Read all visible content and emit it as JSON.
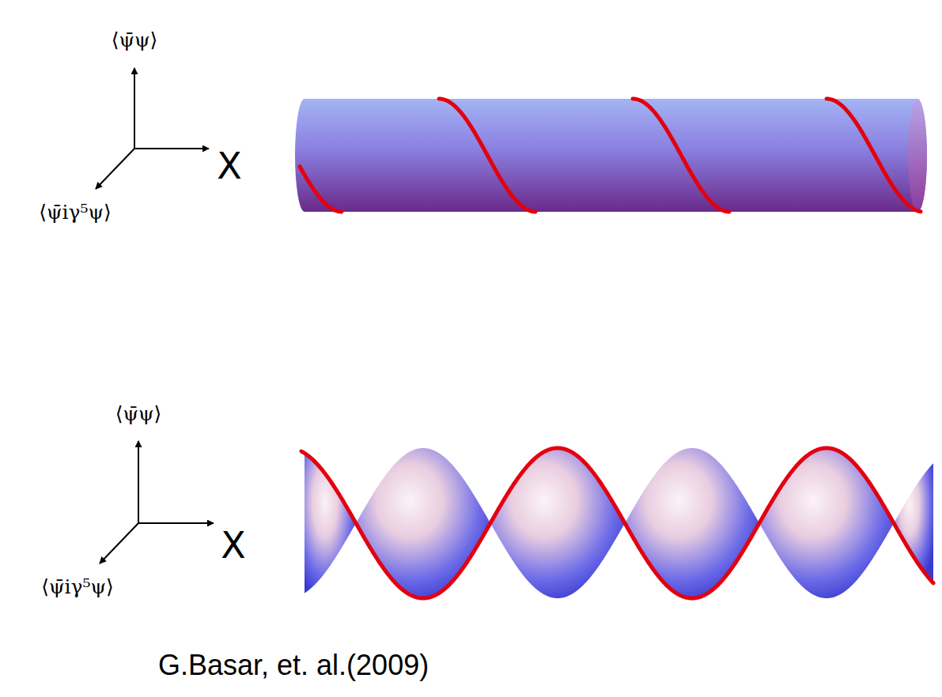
{
  "diagram": {
    "caption": "G.Basar, et. al.(2009)",
    "labels": [
      "⟨ψ̄ψ⟩",
      "X",
      "⟨ψ̄iγ⁵ψ⟩",
      "⟨ψ̄ψ⟩",
      "X",
      "⟨ψ̄iγ⁵ψ⟩"
    ]
  }
}
